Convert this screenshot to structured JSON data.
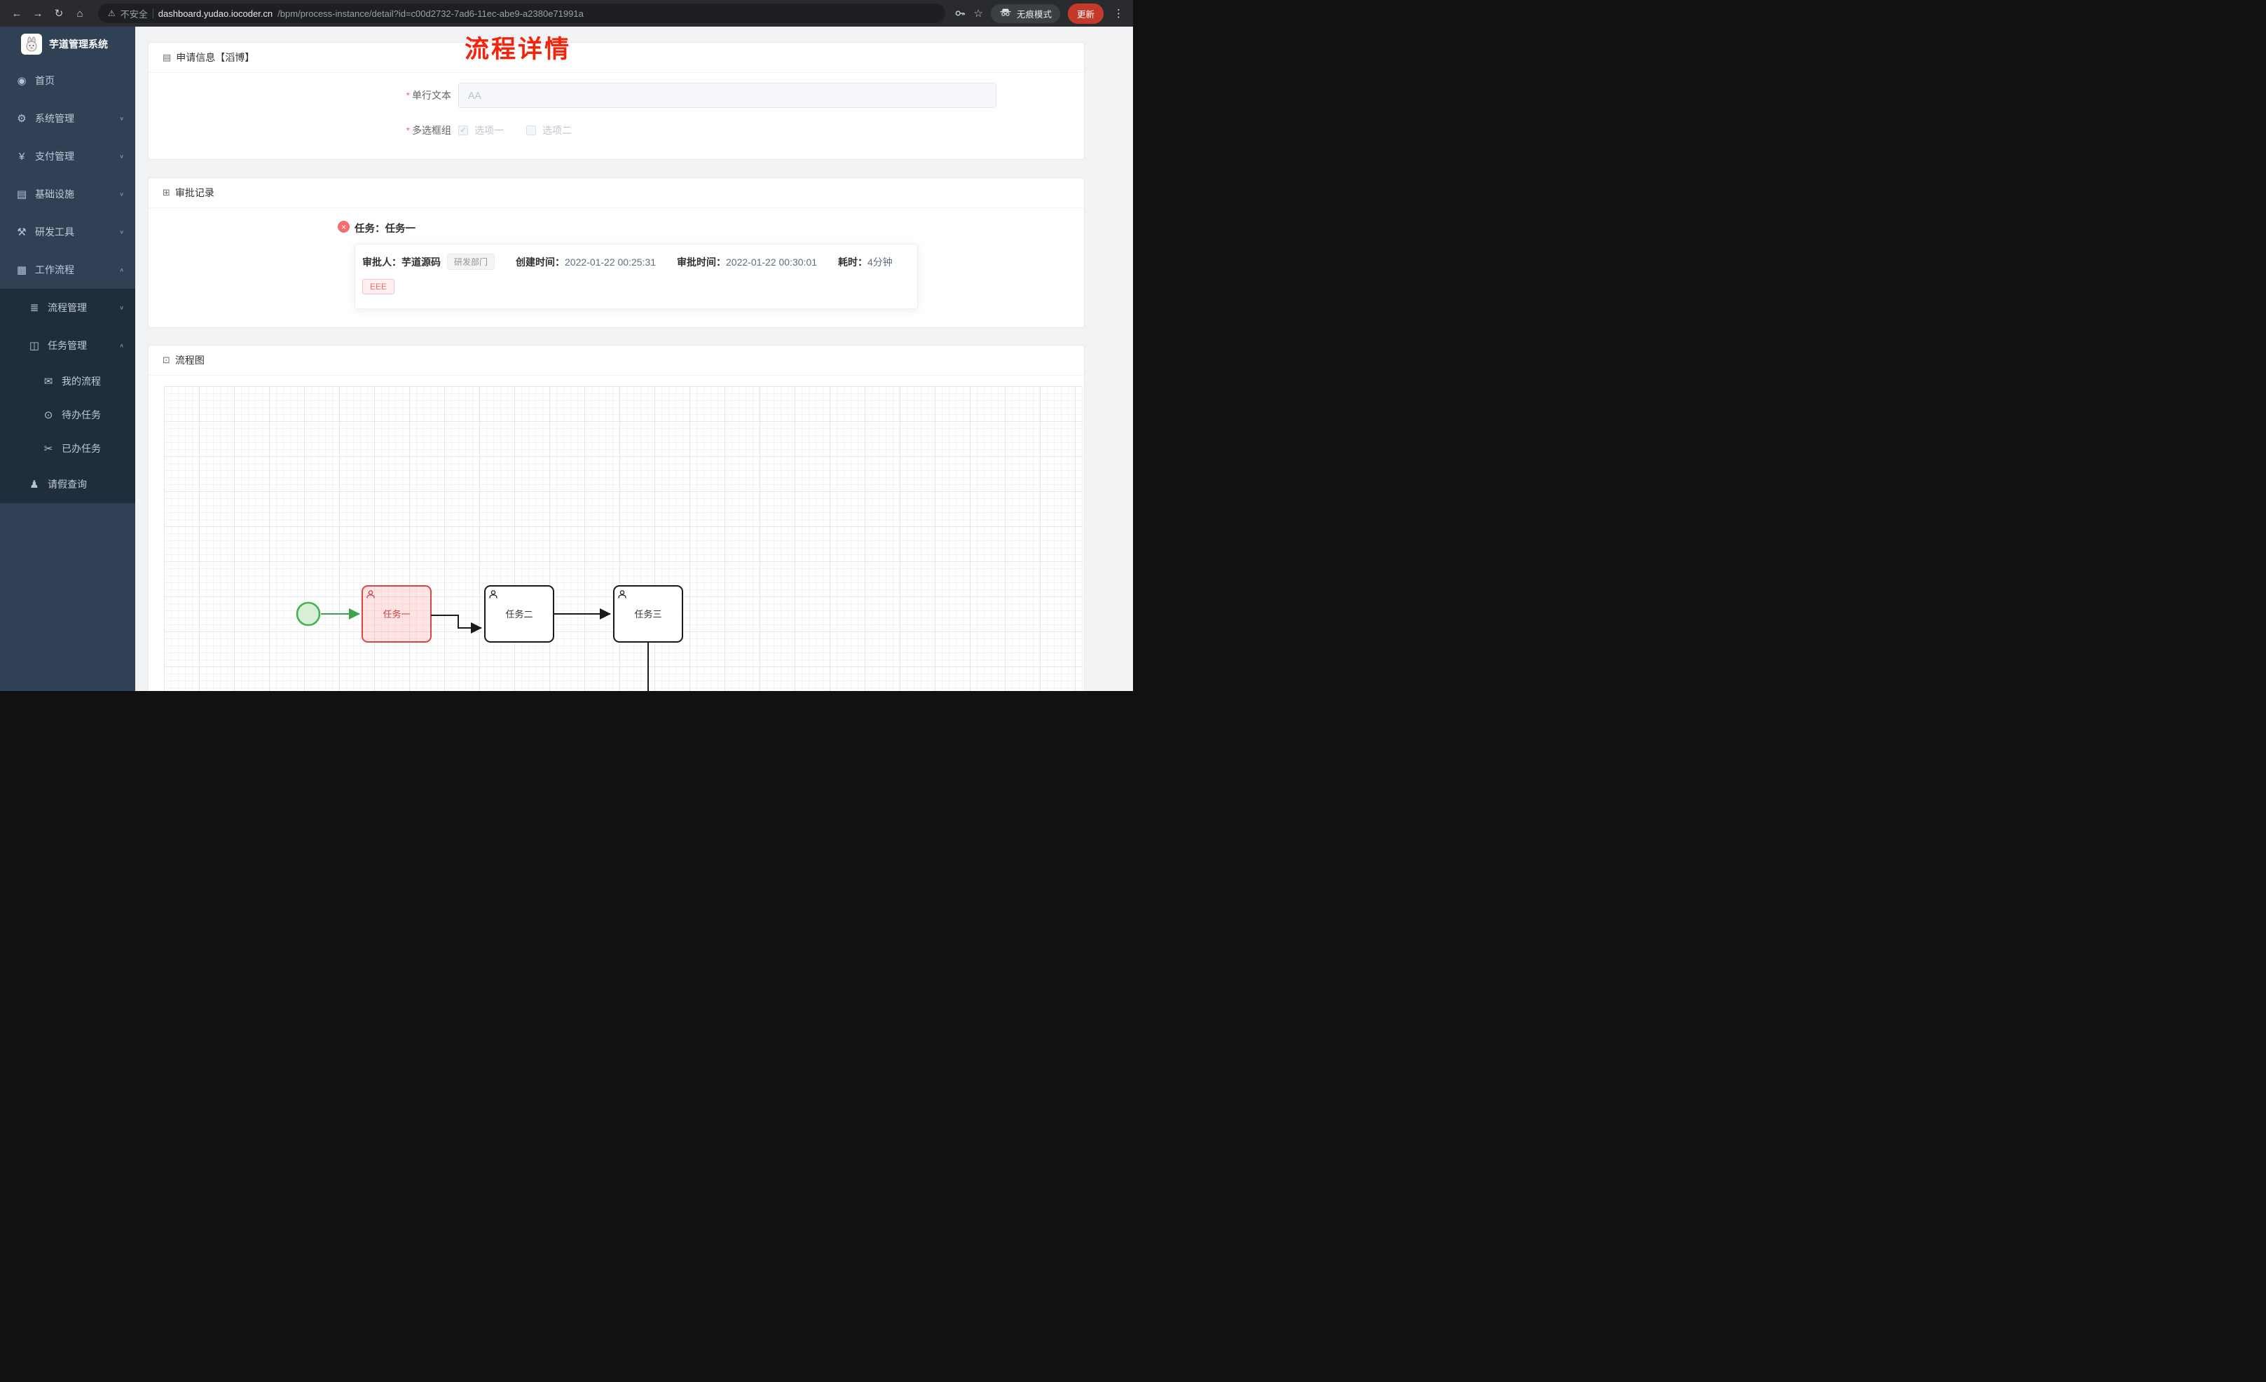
{
  "browser": {
    "security_label": "不安全",
    "url_host": "dashboard.yudao.iocoder.cn",
    "url_path": "/bpm/process-instance/detail?id=c00d2732-7ad6-11ec-abe9-a2380e71991a",
    "incognito_label": "无痕模式",
    "update_label": "更新"
  },
  "sidebar": {
    "brand": "芋道管理系统",
    "items": [
      {
        "label": "首页",
        "icon": "dashboard-icon"
      },
      {
        "label": "系统管理",
        "icon": "gear-icon",
        "state": "collapsed"
      },
      {
        "label": "支付管理",
        "icon": "payment-icon",
        "state": "collapsed"
      },
      {
        "label": "基础设施",
        "icon": "infrastructure-icon",
        "state": "collapsed"
      },
      {
        "label": "研发工具",
        "icon": "devtools-icon",
        "state": "collapsed"
      },
      {
        "label": "工作流程",
        "icon": "workflow-icon",
        "state": "expanded"
      },
      {
        "label": "流程管理",
        "icon": "process-management-icon",
        "state": "collapsed"
      },
      {
        "label": "任务管理",
        "icon": "task-management-icon",
        "state": "expanded"
      },
      {
        "label": "我的流程",
        "icon": "my-process-icon"
      },
      {
        "label": "待办任务",
        "icon": "todo-task-icon"
      },
      {
        "label": "已办任务",
        "icon": "done-task-icon"
      },
      {
        "label": "请假查询",
        "icon": "leave-query-icon"
      }
    ]
  },
  "annotation": {
    "title": "流程详情"
  },
  "apply_card": {
    "title": "申请信息【滔博】",
    "required_mark": "*",
    "text_field": {
      "label": "单行文本",
      "value": "AA"
    },
    "checkbox_field": {
      "label": "多选框组",
      "options": [
        {
          "label": "选项一",
          "checked": true
        },
        {
          "label": "选项二",
          "checked": false
        }
      ]
    }
  },
  "approval_card": {
    "title": "审批记录",
    "task_title": "任务：任务一",
    "record": {
      "approver_label": "审批人：",
      "approver": "芋道源码",
      "dept_tag": "研发部门",
      "create_label": "创建时间：",
      "create_time": "2022-01-22 00:25:31",
      "approve_label": "审批时间：",
      "approve_time": "2022-01-22 00:30:01",
      "duration_label": "耗时：",
      "duration": "4分钟",
      "comment_tag": "EEE"
    }
  },
  "diagram_card": {
    "title": "流程图",
    "nodes": [
      "任务一",
      "任务二",
      "任务三"
    ]
  },
  "icons": {
    "back": "←",
    "forward": "→",
    "reload": "↻",
    "home": "⌂",
    "warning": "⚠",
    "star": "☆",
    "dots": "⋮",
    "chevron_down": "∨",
    "chevron_up": "∧",
    "dashboard": "◉",
    "gear": "⚙",
    "yen": "¥",
    "infra": "▤",
    "tools": "⚒",
    "workflow": "▦",
    "process": "≣",
    "task": "◫",
    "message": "✉",
    "eye": "⊙",
    "done": "✂",
    "user": "♟",
    "doc": "▤",
    "record": "⊞",
    "chart": "⊡",
    "check": "✓",
    "close": "×"
  },
  "colors": {
    "sidebar_bg": "#304156",
    "submenu_bg": "#1f2d3d",
    "annotation_red": "#f3230c",
    "danger": "#f56c6c",
    "task_highlight_border": "#e04343",
    "start_event_green": "#42b14f",
    "update_button": "#c5392b"
  }
}
